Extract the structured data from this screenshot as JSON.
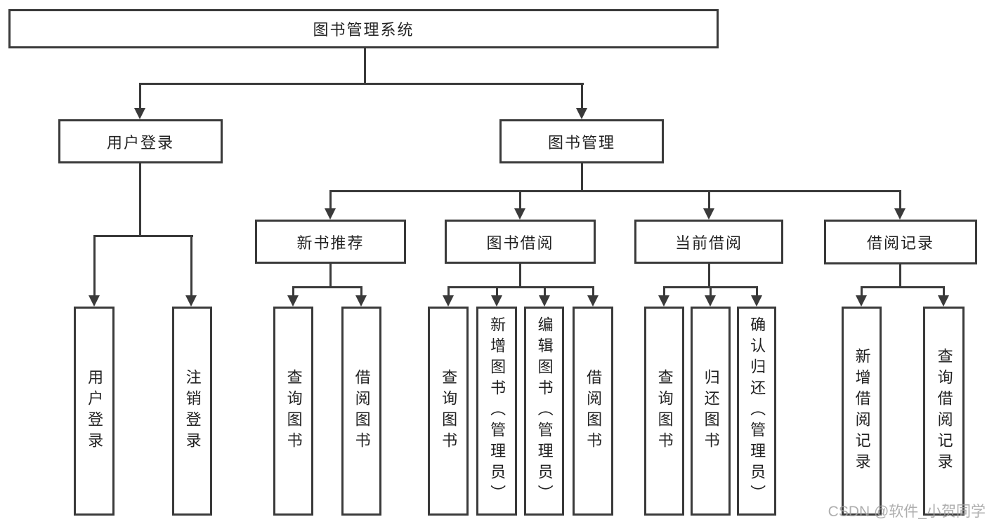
{
  "diagram_title": "图书管理系统",
  "tree": {
    "root": {
      "label": "图书管理系统",
      "children": [
        {
          "label": "用户登录",
          "children": [
            {
              "label": "用户登录"
            },
            {
              "label": "注销登录"
            }
          ]
        },
        {
          "label": "图书管理",
          "children": [
            {
              "label": "新书推荐",
              "children": [
                {
                  "label": "查询图书"
                },
                {
                  "label": "借阅图书"
                }
              ]
            },
            {
              "label": "图书借阅",
              "children": [
                {
                  "label": "查询图书"
                },
                {
                  "label": "新增图书（管理员）"
                },
                {
                  "label": "编辑图书（管理员）"
                },
                {
                  "label": "借阅图书"
                }
              ]
            },
            {
              "label": "当前借阅",
              "children": [
                {
                  "label": "查询图书"
                },
                {
                  "label": "归还图书"
                },
                {
                  "label": "确认归还（管理员）"
                }
              ]
            },
            {
              "label": "借阅记录",
              "children": [
                {
                  "label": "新增借阅记录"
                },
                {
                  "label": "查询借阅记录"
                }
              ]
            }
          ]
        }
      ]
    }
  },
  "watermark": {
    "text": "CSDN @软件_小贺同学"
  },
  "colors": {
    "line": "#3a3a3a",
    "text": "#222222",
    "box_background": "#ffffff",
    "canvas_background": "#ffffff",
    "watermark": "#a0a0a0"
  }
}
